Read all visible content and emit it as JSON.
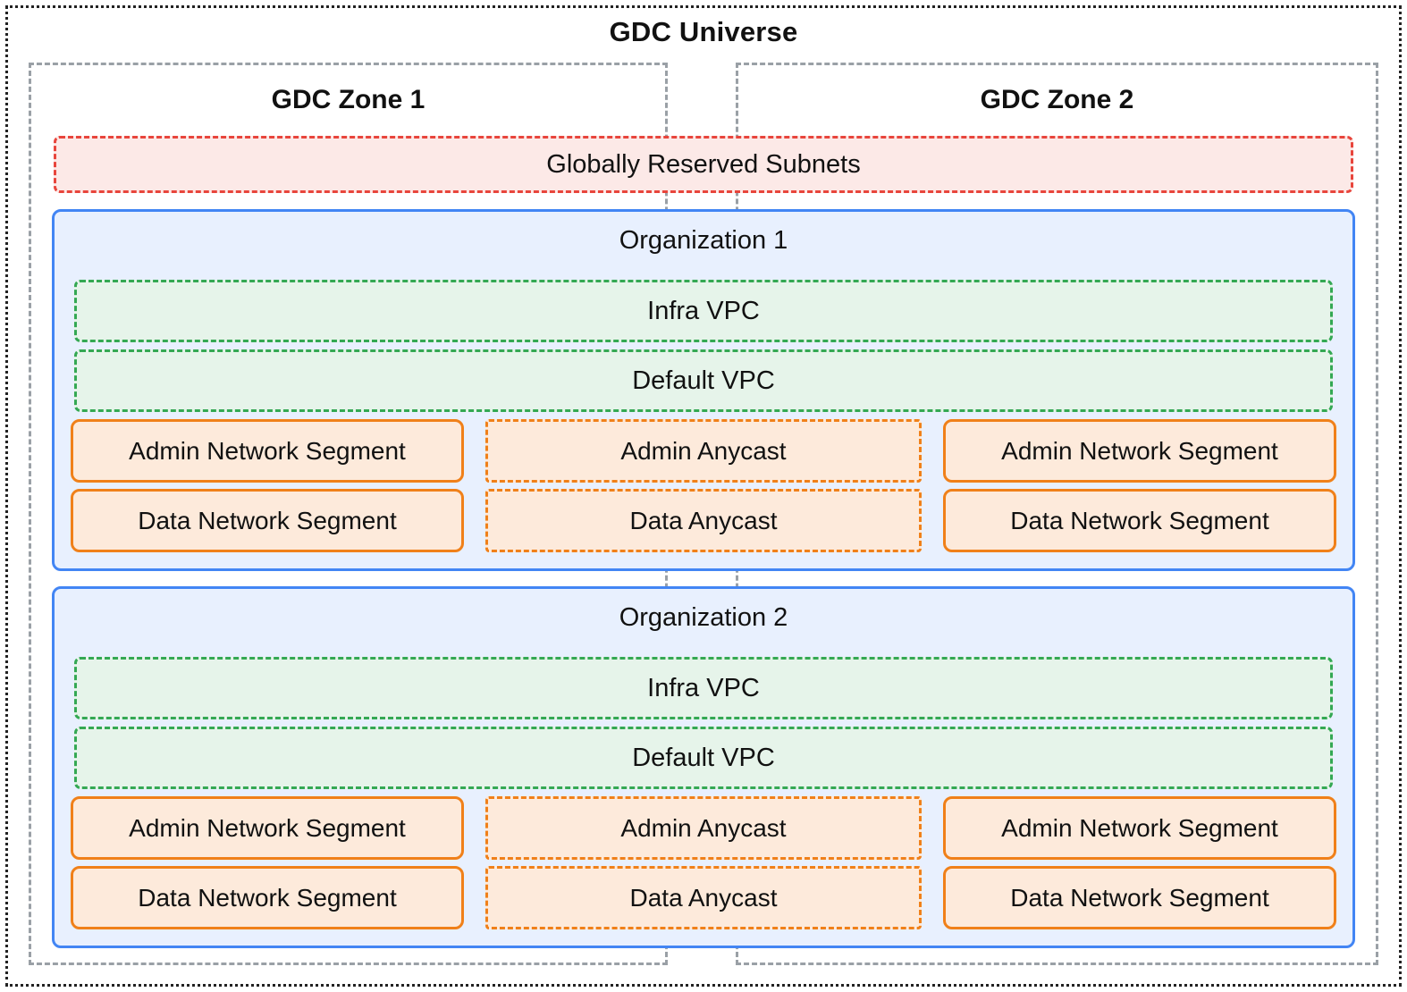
{
  "universe": {
    "title": "GDC Universe"
  },
  "zones": [
    {
      "title": "GDC Zone 1"
    },
    {
      "title": "GDC Zone 2"
    }
  ],
  "global_subnets": {
    "label": "Globally Reserved Subnets"
  },
  "organizations": [
    {
      "title": "Organization 1",
      "vpcs": [
        {
          "label": "Infra VPC"
        },
        {
          "label": "Default VPC"
        }
      ],
      "rows": [
        {
          "left": "Admin Network Segment",
          "center": "Admin Anycast",
          "right": "Admin Network Segment"
        },
        {
          "left": "Data Network Segment",
          "center": "Data Anycast",
          "right": "Data Network Segment"
        }
      ]
    },
    {
      "title": "Organization 2",
      "vpcs": [
        {
          "label": "Infra VPC"
        },
        {
          "label": "Default VPC"
        }
      ],
      "rows": [
        {
          "left": "Admin Network Segment",
          "center": "Admin Anycast",
          "right": "Admin Network Segment"
        },
        {
          "left": "Data Network Segment",
          "center": "Data Anycast",
          "right": "Data Network Segment"
        }
      ]
    }
  ],
  "colors": {
    "universe_border": "#222222",
    "zone_border": "#9aa0a6",
    "global_subnets_border": "#e8453c",
    "global_subnets_fill": "#fce9e7",
    "org_border": "#4285f4",
    "org_fill": "#e8f0fe",
    "vpc_border": "#34a853",
    "vpc_fill": "#e6f4ea",
    "segment_border": "#f08019",
    "segment_fill": "#fdeadb",
    "text": "#111111"
  }
}
